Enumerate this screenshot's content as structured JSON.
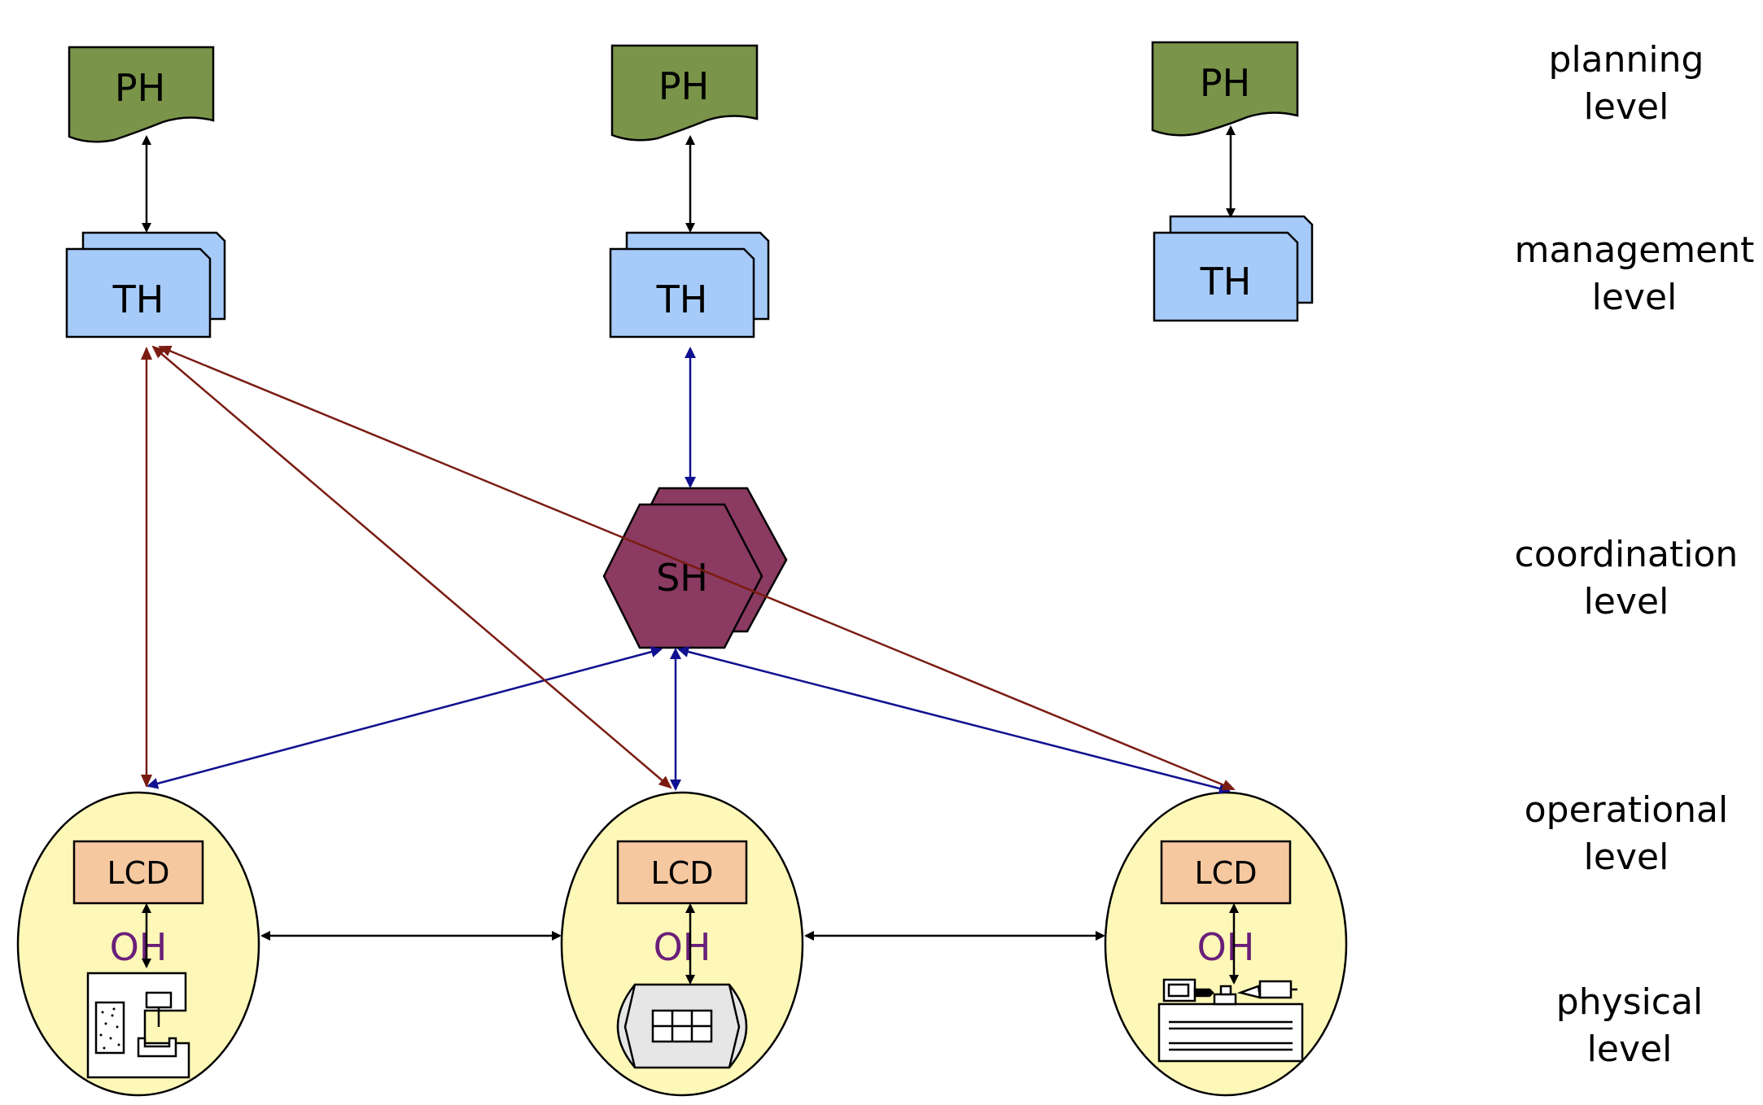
{
  "planning": {
    "ph1": "PH",
    "ph2": "PH",
    "ph3": "PH"
  },
  "management": {
    "th1": "TH",
    "th2": "TH",
    "th3": "TH"
  },
  "coordination": {
    "sh": "SH"
  },
  "operational": {
    "lcd1": "LCD",
    "lcd2": "LCD",
    "lcd3": "LCD",
    "oh1": "OH",
    "oh2": "OH",
    "oh3": "OH"
  },
  "levels": {
    "planning": [
      "planning",
      "level"
    ],
    "management": [
      "management",
      "level"
    ],
    "coordination": [
      "coordination",
      "level"
    ],
    "operational": [
      "operational",
      "level"
    ],
    "physical": [
      "physical",
      "level"
    ]
  },
  "colors": {
    "ph_fill": "#7a9449",
    "th_fill": "#a7cbf9",
    "sh_fill": "#8b3a62",
    "ellipse_fill": "#fdf8b8",
    "lcd_fill": "#f6c8a0",
    "oh_text": "#6a1f7a",
    "arrow_black": "#000000",
    "arrow_red": "#7a1c12",
    "arrow_blue": "#101090"
  }
}
